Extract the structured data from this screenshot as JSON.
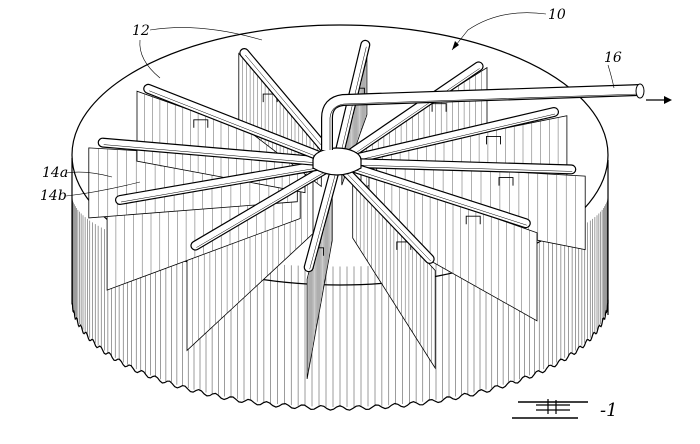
{
  "figure": {
    "ref_labels": {
      "assembly": "10",
      "arm": "12",
      "panel_a": "14a",
      "panel_b": "14b",
      "outlet_pipe": "16"
    },
    "figure_label": "-1"
  }
}
